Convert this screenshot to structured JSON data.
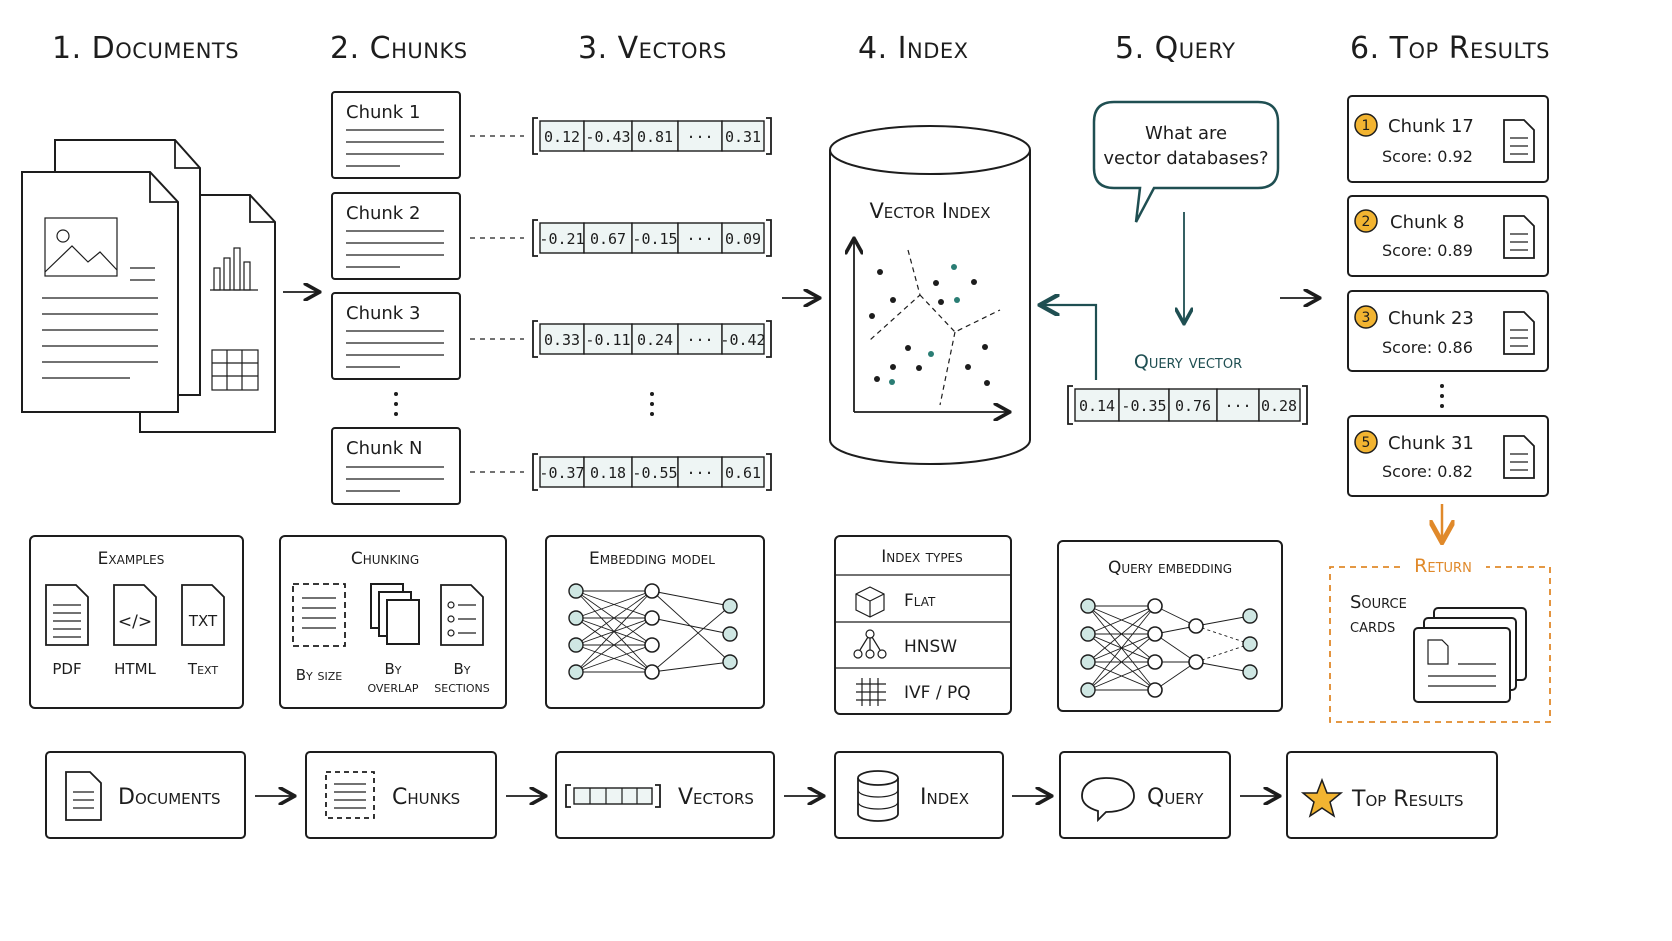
{
  "steps": [
    {
      "label": "1. Documents"
    },
    {
      "label": "2. Chunks"
    },
    {
      "label": "3. Vectors"
    },
    {
      "label": "4. Index"
    },
    {
      "label": "5. Query"
    },
    {
      "label": "6. Top Results"
    }
  ],
  "chunks": [
    "Chunk 1",
    "Chunk 2",
    "Chunk 3",
    "Chunk N"
  ],
  "vectors": [
    [
      "0.12",
      "-0.43",
      "0.81",
      "···",
      "0.31"
    ],
    [
      "-0.21",
      "0.67",
      "-0.15",
      "···",
      "0.09"
    ],
    [
      "0.33",
      "-0.11",
      "0.24",
      "···",
      "-0.42"
    ],
    [
      "-0.37",
      "0.18",
      "-0.55",
      "···",
      "0.61"
    ]
  ],
  "index": {
    "title": "Vector Index"
  },
  "query": {
    "bubble_line1": "What are",
    "bubble_line2": "vector databases?",
    "vector_label": "Query vector",
    "vector": [
      "0.14",
      "-0.35",
      "0.76",
      "···",
      "0.28"
    ]
  },
  "results": [
    {
      "rank": "1",
      "chunk": "Chunk 17",
      "score": "Score: 0.92"
    },
    {
      "rank": "2",
      "chunk": "Chunk 8",
      "score": "Score: 0.89"
    },
    {
      "rank": "3",
      "chunk": "Chunk 23",
      "score": "Score: 0.86"
    },
    {
      "rank": "5",
      "chunk": "Chunk 31",
      "score": "Score: 0.82"
    }
  ],
  "return_box": {
    "title": "Return",
    "line1": "Source",
    "line2": "cards"
  },
  "panels": {
    "examples": {
      "title": "Examples",
      "items": [
        {
          "badge": "",
          "label": "PDF"
        },
        {
          "badge": "</>",
          "label": "HTML"
        },
        {
          "badge": "TXT",
          "label": "Text"
        }
      ]
    },
    "chunking": {
      "title": "Chunking",
      "items": [
        {
          "line1": "By size",
          "line2": ""
        },
        {
          "line1": "By",
          "line2": "overlap"
        },
        {
          "line1": "By",
          "line2": "sections"
        }
      ]
    },
    "embedding": {
      "title": "Embedding model"
    },
    "index_types": {
      "title": "Index types",
      "items": [
        "Flat",
        "HNSW",
        "IVF / PQ"
      ]
    },
    "query_embedding": {
      "title": "Query embedding"
    }
  },
  "flow": [
    "Documents",
    "Chunks",
    "Vectors",
    "Index",
    "Query",
    "Top Results"
  ],
  "colors": {
    "teal": "#1f4f52",
    "orange": "#e0892a",
    "gold": "#f2b431",
    "node_fill": "#cfe7e3",
    "cell_fill": "#eef5f4"
  },
  "icons": [
    "document-stack-icon",
    "image-icon",
    "bar-chart-icon",
    "table-icon",
    "cylinder-icon",
    "speech-bubble-icon",
    "star-icon",
    "cube-icon",
    "graph-icon",
    "grid-icon",
    "neural-network-icon"
  ]
}
